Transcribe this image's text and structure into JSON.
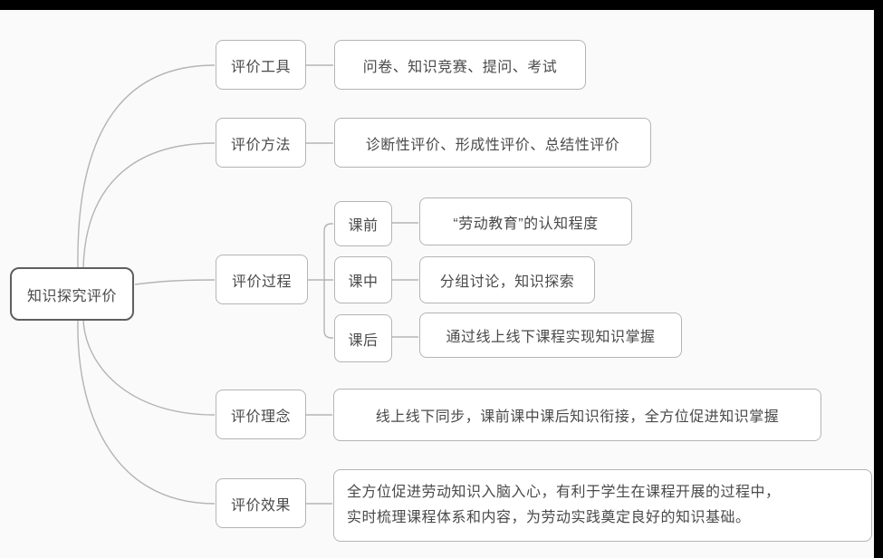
{
  "diagram": {
    "root_label": "知识探究评价",
    "branches": [
      {
        "label": "评价工具",
        "content": "问卷、知识竞赛、提问、考试"
      },
      {
        "label": "评价方法",
        "content": "诊断性评价、形成性评价、总结性评价"
      },
      {
        "label": "评价过程",
        "children": [
          {
            "label": "课前",
            "content": "“劳动教育”的认知程度"
          },
          {
            "label": "课中",
            "content": "分组讨论，知识探索"
          },
          {
            "label": "课后",
            "content": "通过线上线下课程实现知识掌握"
          }
        ]
      },
      {
        "label": "评价理念",
        "content": "线上线下同步，课前课中课后知识衔接，全方位促进知识掌握"
      },
      {
        "label": "评价效果",
        "content_lines": [
          "全方位促进劳动知识入脑入心，有利于学生在课程开展的过程中，",
          "实时梳理课程体系和内容，为劳动实践奠定良好的知识基础。"
        ]
      }
    ],
    "colors": {
      "background": "#fafafa",
      "node_border": "#b4b4b4",
      "root_border": "#5f5f5f",
      "text": "#4a4a4a",
      "connector": "#b4b4b4",
      "letterbox": "#000000"
    }
  }
}
